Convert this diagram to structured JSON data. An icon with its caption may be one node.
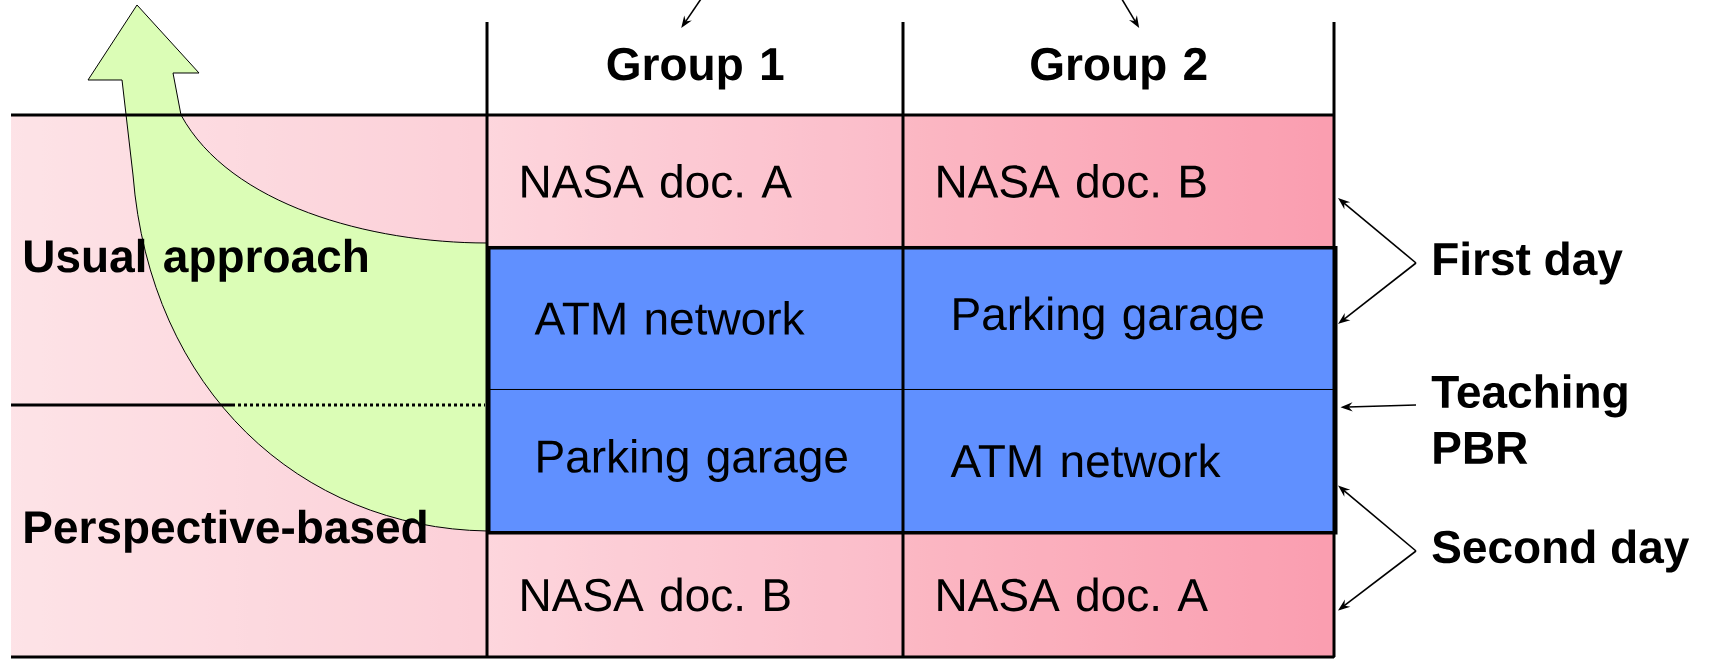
{
  "diagram": {
    "nodes": [
      {
        "text": [
          "Group 1"
        ]
      },
      {
        "text": [
          "Group 2"
        ]
      },
      {
        "text": [
          "Usual approach"
        ]
      },
      {
        "text": [
          "NASA doc. A"
        ]
      },
      {
        "text": [
          "NASA doc. B"
        ]
      },
      {
        "text": [
          "First day"
        ]
      },
      {
        "text": [],
        "shape": "box"
      },
      {
        "text": [
          "ATM network"
        ],
        "in": 6
      },
      {
        "text": [
          "Parking garage"
        ],
        "in": 6
      },
      {
        "text": [
          "Teaching PBR"
        ]
      },
      {
        "text": [
          "Parking garage"
        ],
        "in": 6
      },
      {
        "text": [
          "ATM network"
        ],
        "in": 6
      },
      {
        "text": [
          "Perspective-based"
        ]
      },
      {
        "text": [
          "NASA doc. B"
        ]
      },
      {
        "text": [
          "NASA doc. A"
        ]
      },
      {
        "text": [
          "Second day"
        ]
      }
    ],
    "edges": [
      {
        "from": null,
        "to": 0,
        "arrow": "to"
      },
      {
        "from": null,
        "to": 1,
        "arrow": "to"
      },
      {
        "from": 5,
        "to": 4,
        "arrow": "to"
      },
      {
        "from": 5,
        "to": 8,
        "arrow": "to"
      },
      {
        "from": 9,
        "to": 6,
        "arrow": "to"
      },
      {
        "from": 15,
        "to": 11,
        "arrow": "to"
      },
      {
        "from": 15,
        "to": 14,
        "arrow": "to"
      }
    ]
  }
}
